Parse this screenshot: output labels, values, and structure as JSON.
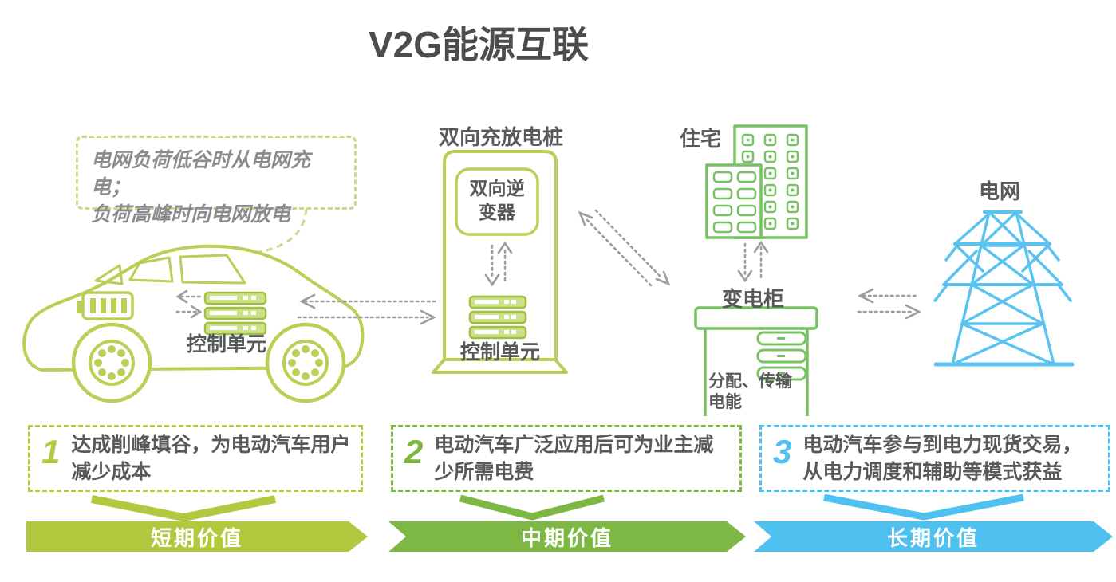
{
  "title": "V2G能源互联",
  "speech_bubble": {
    "line1": "电网负荷低谷时从电网充电；",
    "line2": "负荷高峰时向电网放电"
  },
  "car": {
    "control_unit": "控制单元"
  },
  "charging_pile": {
    "title": "双向充放电桩",
    "inverter_line1": "双向逆",
    "inverter_line2": "变器",
    "control_unit": "控制单元"
  },
  "residence": {
    "label": "住宅"
  },
  "substation": {
    "label": "变电柜",
    "function_line1": "分配、传输",
    "function_line2": "电能"
  },
  "grid": {
    "label": "电网"
  },
  "value_boxes": [
    {
      "number": "1",
      "text": "达成削峰填谷，为电动汽车用户减少成本",
      "accent": "#b5ca44"
    },
    {
      "number": "2",
      "text": "电动汽车广泛应用后可为业主减少所需电费",
      "accent": "#7cb83f"
    },
    {
      "number": "3",
      "text": "电动汽车参与到电力现货交易，从电力调度和辅助等模式获益",
      "accent": "#4fc0ee"
    }
  ],
  "banners": [
    {
      "label": "短期价值",
      "color": "#b3c83e"
    },
    {
      "label": "中期价值",
      "color": "#7eb844"
    },
    {
      "label": "长期价值",
      "color": "#4fc1f0"
    }
  ],
  "colors": {
    "car_outline": "#b9cf55",
    "building_outline": "#77c164",
    "grid_tower": "#5bc3ef",
    "arrows": "#9b9da0",
    "bubble_border": "#ccd98a",
    "text_dark": "#58595b"
  }
}
